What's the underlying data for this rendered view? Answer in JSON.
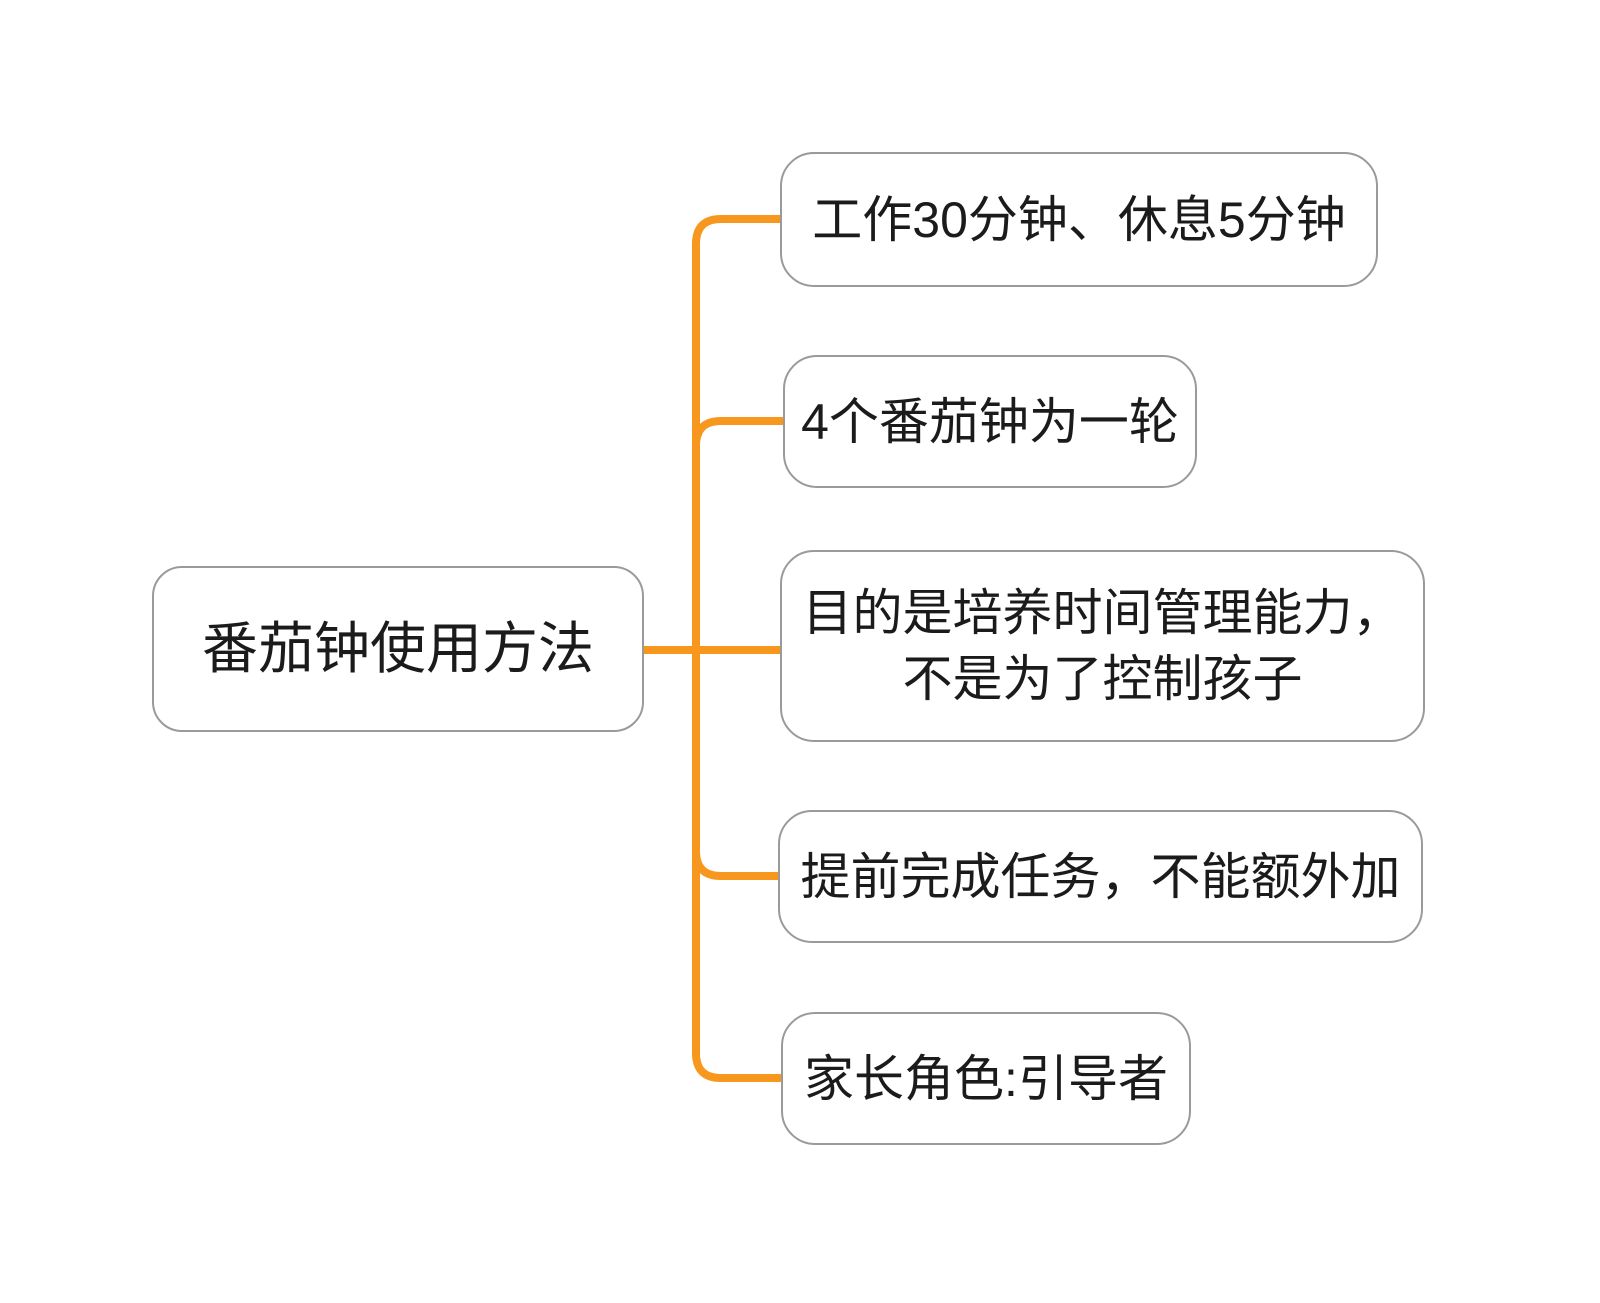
{
  "diagram": {
    "type": "mindmap",
    "root": {
      "label": "番茄钟使用方法"
    },
    "branches": [
      {
        "id": "work-rest-cycle",
        "label": "工作30分钟、休息5分钟"
      },
      {
        "id": "round-of-four",
        "label": "4个番茄钟为一轮"
      },
      {
        "id": "purpose",
        "label": "目的是培养时间管理能力，不是为了控制孩子",
        "lines": [
          "目的是培养时间管理能力，",
          "不是为了控制孩子"
        ]
      },
      {
        "id": "no-extra-tasks",
        "label": "提前完成任务，不能额外加"
      },
      {
        "id": "parent-role",
        "label": "家长角色:引导者"
      }
    ]
  },
  "colors": {
    "branch_line": "#F7971E",
    "node_border": "#9A9A9A",
    "node_fill": "#FFFFFF",
    "text": "#1B1B1B",
    "background": "#FFFFFF"
  }
}
